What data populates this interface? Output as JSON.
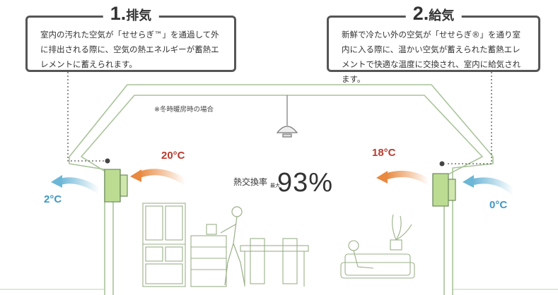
{
  "callouts": {
    "exhaust": {
      "number": "1.",
      "title": "排気",
      "text": "室内の汚れた空気が「せせらぎ™」を通過して外に排出される際に、空気の熱エネルギーが蓄熱エレメントに蓄えられます。"
    },
    "supply": {
      "number": "2.",
      "title": "給気",
      "text": "新鮮で冷たい外の空気が「せせらぎ®」を通り室内に入る際に、温かい空気が蓄えられた蓄熱エレメントで快適な温度に交換され、室内に給気されます。"
    }
  },
  "note": "※冬時暖房時の場合",
  "temperatures": {
    "left_indoor": "20°C",
    "left_outdoor": "2°C",
    "right_indoor": "18°C",
    "right_outdoor": "0°C"
  },
  "efficiency": {
    "label": "熱交換率",
    "max_note": "最大",
    "value": "93%"
  },
  "colors": {
    "house_outline": "#a9c39a",
    "unit_fill": "#bcdc92",
    "warm_arrow": "#e8893f",
    "cold_arrow": "#6cb6d6",
    "warm_text": "#b83a2e",
    "cold_text": "#3f97c4"
  }
}
